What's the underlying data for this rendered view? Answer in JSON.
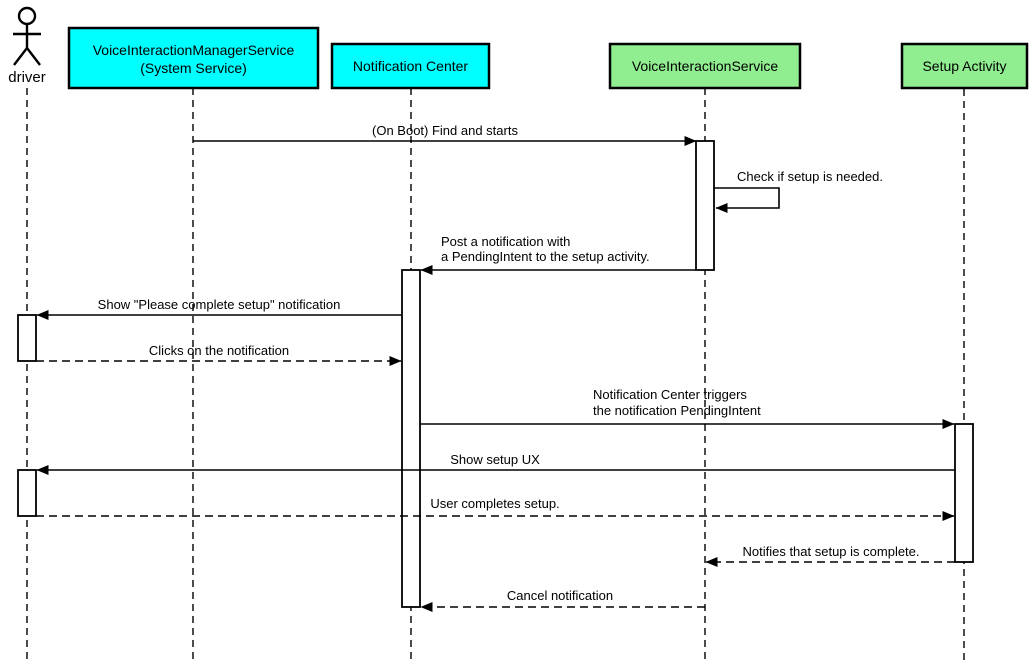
{
  "diagram": {
    "kind": "uml-sequence-diagram",
    "background": "#ffffff",
    "colors": {
      "system_component": "#00ffff",
      "service_component": "#90ee90",
      "line": "#000000",
      "activation_fill": "#ffffff"
    }
  },
  "participants": [
    {
      "id": "driver",
      "kind": "actor",
      "label": "driver"
    },
    {
      "id": "voice-interaction-manager-service",
      "kind": "component",
      "label_lines": [
        "VoiceInteractionManagerService",
        "(System Service)"
      ],
      "fill": "#00ffff"
    },
    {
      "id": "notification-center",
      "kind": "component",
      "label": "Notification Center",
      "fill": "#00ffff"
    },
    {
      "id": "voice-interaction-service",
      "kind": "component",
      "label": "VoiceInteractionService",
      "fill": "#90ee90"
    },
    {
      "id": "setup-activity",
      "kind": "component",
      "label": "Setup Activity",
      "fill": "#90ee90"
    }
  ],
  "messages": [
    {
      "from": "voice-interaction-manager-service",
      "to": "voice-interaction-service",
      "line": "solid",
      "text": "(On Boot) Find and starts"
    },
    {
      "from": "voice-interaction-service",
      "to": "voice-interaction-service",
      "line": "solid",
      "text": "Check if setup is needed."
    },
    {
      "from": "voice-interaction-service",
      "to": "notification-center",
      "line": "solid",
      "lines": [
        "Post a notification with",
        "a PendingIntent to the setup activity."
      ]
    },
    {
      "from": "notification-center",
      "to": "driver",
      "line": "solid",
      "text": "Show \"Please complete setup\" notification"
    },
    {
      "from": "driver",
      "to": "notification-center",
      "line": "dashed",
      "text": "Clicks on the notification"
    },
    {
      "from": "notification-center",
      "to": "setup-activity",
      "line": "solid",
      "lines": [
        "Notification Center triggers",
        "the notification PendingIntent"
      ]
    },
    {
      "from": "setup-activity",
      "to": "driver",
      "line": "solid",
      "text": "Show setup UX"
    },
    {
      "from": "driver",
      "to": "setup-activity",
      "line": "dashed",
      "text": "User completes setup."
    },
    {
      "from": "setup-activity",
      "to": "voice-interaction-service",
      "line": "dashed",
      "text": "Notifies that setup is complete."
    },
    {
      "from": "voice-interaction-service",
      "to": "notification-center",
      "line": "dashed",
      "text": "Cancel notification"
    }
  ]
}
